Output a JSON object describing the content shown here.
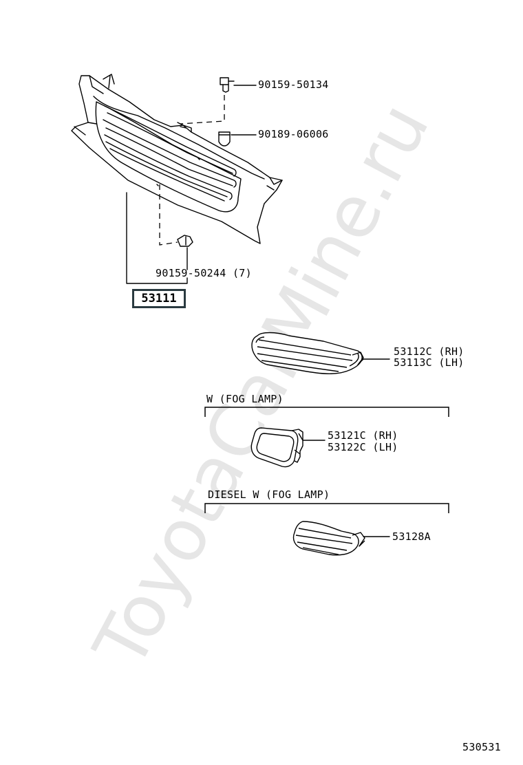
{
  "watermark": "ToyotaCarMine.ru",
  "main_part": "53111",
  "parts": {
    "bolt_top": "90159-50134",
    "nut_top": "90189-06006",
    "bolt_bottom": "90159-50244 (7)",
    "grille_rh": "53112C (RH)",
    "grille_lh": "53113C (LH)",
    "fog_cover_rh": "53121C (RH)",
    "fog_cover_lh": "53122C (LH)",
    "diesel_grille": "53128A"
  },
  "conditions": {
    "fog": "W (FOG LAMP)",
    "diesel_fog": "DIESEL W (FOG LAMP)"
  },
  "diagram_number": "530531"
}
